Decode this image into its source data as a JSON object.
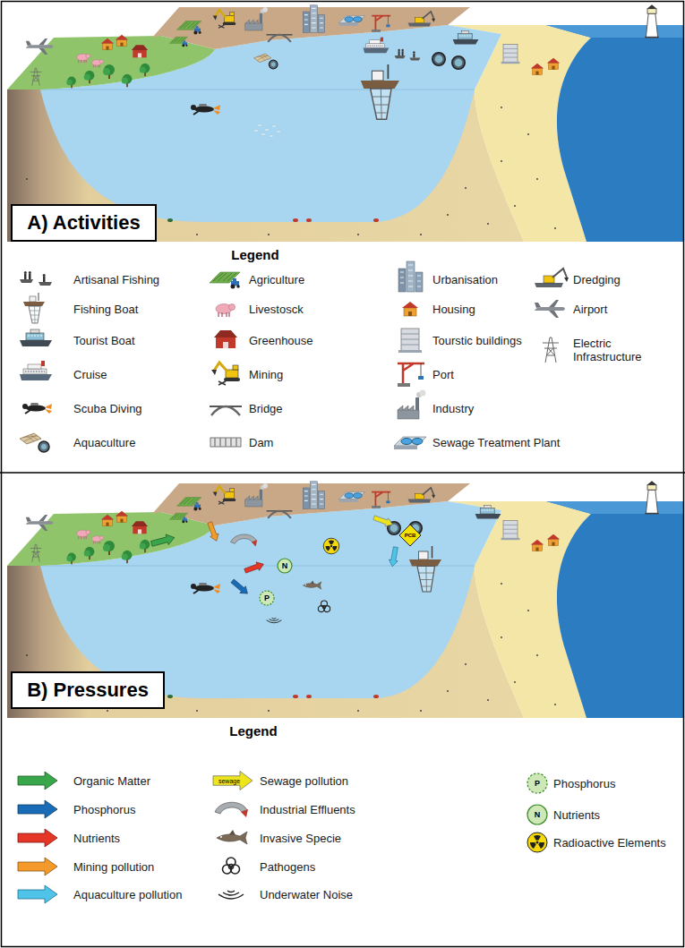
{
  "diagram": {
    "nodes": [
      {
        "text": [
          "A) Activities"
        ]
      },
      {
        "text": [
          "B) Pressures"
        ]
      }
    ],
    "labels": [
      "Legend",
      "N",
      "P",
      "PCB",
      "Legend",
      "sewage",
      "P",
      "N"
    ],
    "legend": [
      {
        "text": "Artisanal Fishing"
      },
      {
        "text": "Fishing Boat"
      },
      {
        "text": "Tourist Boat"
      },
      {
        "text": "Cruise"
      },
      {
        "text": "Scuba Diving"
      },
      {
        "text": "Aquaculture"
      },
      {
        "text": "Agriculture"
      },
      {
        "text": "Livestosck"
      },
      {
        "text": "Greenhouse"
      },
      {
        "text": "Mining"
      },
      {
        "text": "Bridge"
      },
      {
        "text": "Dam"
      },
      {
        "text": "Urbanisation"
      },
      {
        "text": "Housing"
      },
      {
        "text": "Tourstic buildings"
      },
      {
        "text": "Port"
      },
      {
        "text": "Industry"
      },
      {
        "text": "Sewage Treatment Plant"
      },
      {
        "text": "Dredging"
      },
      {
        "text": "Airport"
      },
      {
        "text": "Electric Infrastructure"
      },
      {
        "text": "Organic Matter"
      },
      {
        "text": "Phosphorus"
      },
      {
        "text": "Nutrients"
      },
      {
        "text": "Mining pollution"
      },
      {
        "text": "Aquaculture pollution"
      },
      {
        "text": "Sewage pollution"
      },
      {
        "text": "Industrial Effluents"
      },
      {
        "text": "Invasive Specie"
      },
      {
        "text": "Pathogens"
      },
      {
        "text": "Underwater Noise"
      },
      {
        "text": "Phosphorus"
      },
      {
        "text": "Nutrients"
      },
      {
        "text": "Radioactive Elements"
      }
    ]
  }
}
